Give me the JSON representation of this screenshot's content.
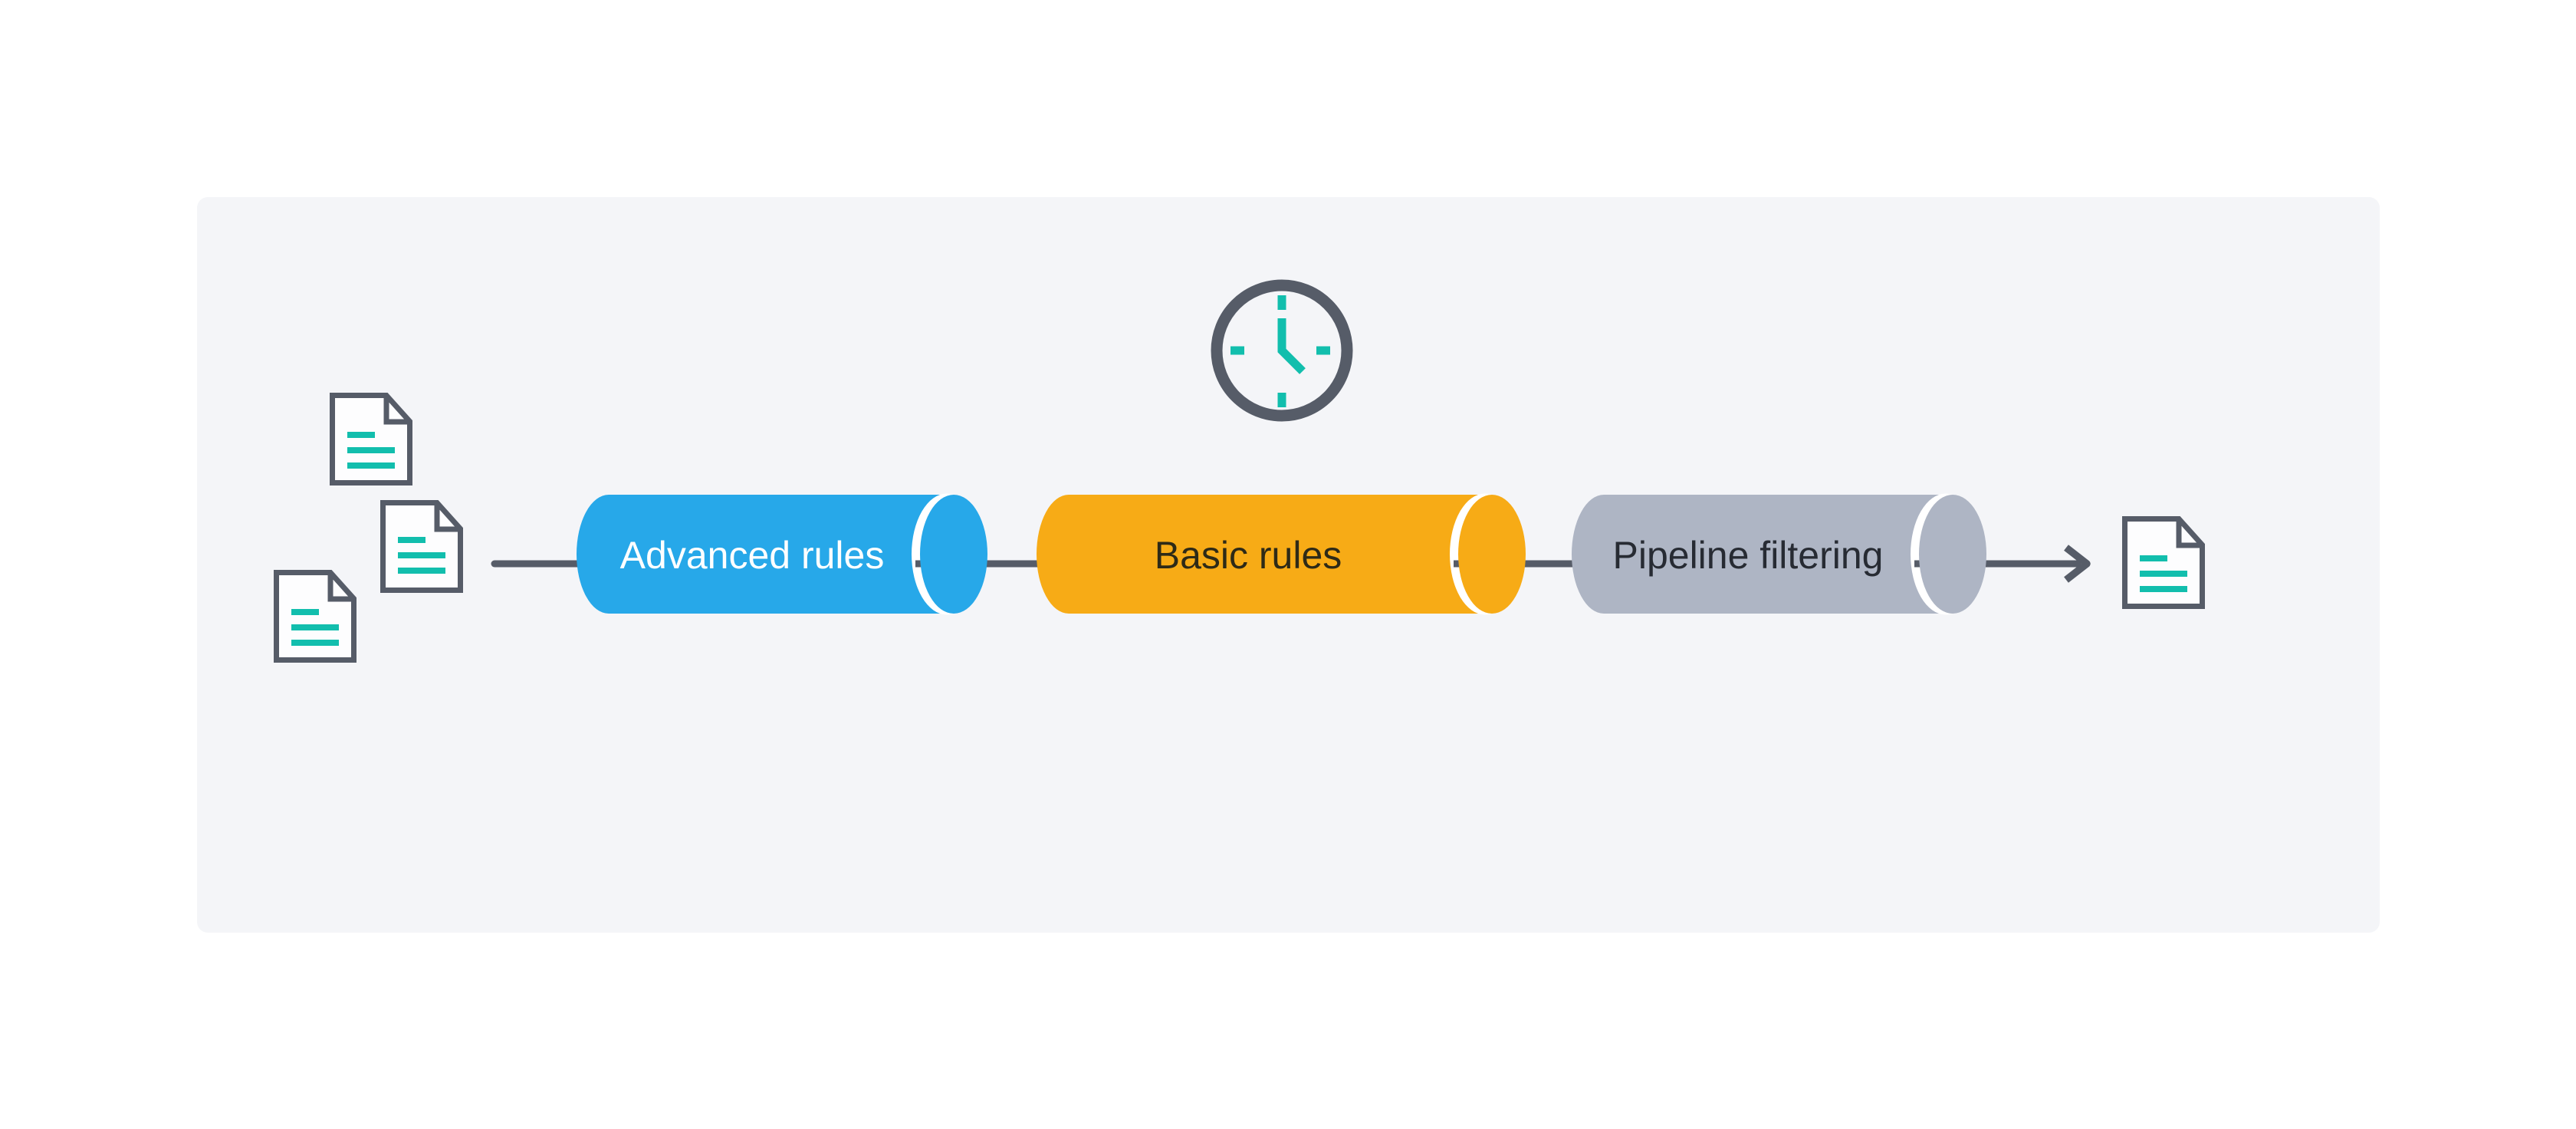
{
  "diagram": {
    "description": "Document processing pipeline flow",
    "stages": [
      {
        "label": "Advanced rules",
        "color": "#27a8e9"
      },
      {
        "label": "Basic rules",
        "color": "#f7ab16"
      },
      {
        "label": "Pipeline filtering",
        "color": "#aeb5c4"
      }
    ],
    "input_document_count": 3,
    "output_document_count": 1,
    "icons": {
      "clock": "clock-icon",
      "input_documents": "document-icon",
      "output_document": "document-icon",
      "arrow": "right-arrow-icon"
    }
  },
  "colors": {
    "page_bg": "#ffffff",
    "panel_bg": "#f4f5f8",
    "slate": "#565c68",
    "teal": "#12bead",
    "blue": "#27a8e9",
    "orange": "#f7ab16",
    "gray": "#aeb5c4",
    "white_gap": "#ffffff",
    "label_on_blue": "#ffffff",
    "label_on_orange": "#2e2a17",
    "label_on_gray": "#272b33"
  }
}
